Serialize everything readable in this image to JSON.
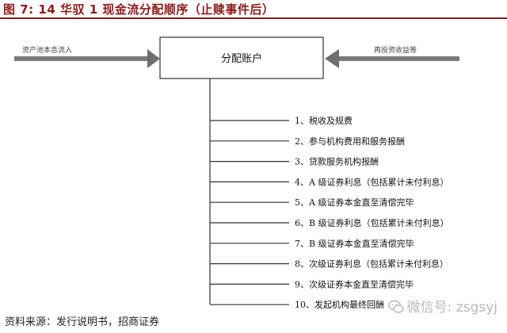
{
  "figure": {
    "title": "图 7:  14 华驭 1 现金流分配顺序（止赎事件后）",
    "source": "资料来源：发行说明书，招商证券"
  },
  "diagram": {
    "center_box_label": "分配账户",
    "left_input_label": "资产池本息流入",
    "right_input_label": "再投资收益等",
    "steps": [
      "1、税收及规费",
      "2、参与机构费用和服务报酬",
      "3、贷款服务机构报酬",
      "4、A 级证券利息（包括累计未付利息）",
      "5、A 级证券本金直至清偿完毕",
      "6、B 级证券利息（包括累计未付利息）",
      "7、B 级证券本金直至清偿完毕",
      "8、次级证券利息（包括累计未付利息）",
      "9、次级证券本金直至清偿完毕",
      "10、发起机构最终回酬"
    ]
  },
  "watermark": {
    "text": "微信号: zsgsyj",
    "icon": "wechat-icon"
  },
  "colors": {
    "title": "#8b1a1a",
    "arrow": "#6f6f6f",
    "line": "#333333"
  }
}
